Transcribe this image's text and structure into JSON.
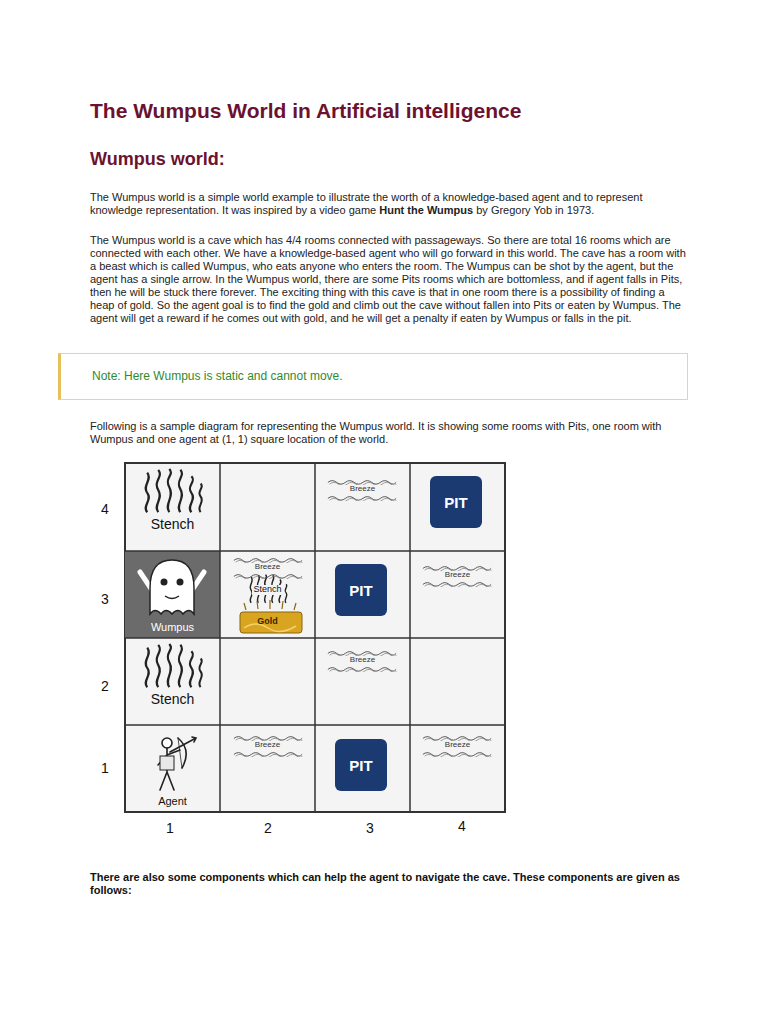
{
  "diagram": {
    "title": "The Wumpus World in Artificial intelligence",
    "nodes": [
      {
        "text": [
          "Stench"
        ]
      },
      {
        "text": [
          "Breeze"
        ]
      },
      {
        "text": [
          "PIT"
        ]
      },
      {
        "text": [
          "Wumpus"
        ]
      },
      {
        "text": [
          "Breeze",
          "Stench",
          "Gold"
        ]
      },
      {
        "text": [
          "PIT"
        ]
      },
      {
        "text": [
          "Breeze"
        ]
      },
      {
        "text": [
          "Stench"
        ]
      },
      {
        "text": [
          "Breeze"
        ]
      },
      {
        "text": [
          "Agent"
        ]
      },
      {
        "text": [
          "Breeze"
        ]
      },
      {
        "text": [
          "PIT"
        ]
      },
      {
        "text": [
          "Breeze"
        ]
      }
    ],
    "labels": [
      "Wumpus world:",
      "The Wumpus world is a simple world example to illustrate the worth of a knowledge-based agent and to represent knowledge representation. It was inspired by a video game",
      "Hunt the Wumpus",
      "by Gregory Yob in 1973.",
      "The Wumpus world is a cave which has 4/4 rooms connected with passageways. So there are total 16 rooms which are connected with each other. We have a knowledge-based agent who will go forward in this world. The cave has a room with a beast which is called Wumpus, who eats anyone who enters the room. The Wumpus can be shot by the agent, but the agent has a single arrow. In the Wumpus world, there are some Pits rooms which are bottomless, and if agent falls in Pits, then he will be stuck there forever. The exciting thing with this cave is that in one room there is a possibility of finding a heap of gold. So the agent goal is to find the gold and climb out the cave without fallen into Pits or eaten by Wumpus. The agent will get a reward if he comes out with gold, and he will get a penalty if eaten by Wumpus or falls in the pit.",
      "Note: Here Wumpus is static and cannot move.",
      "Following is a sample diagram for representing the Wumpus world. It is showing some rooms with Pits, one room with Wumpus and one agent at (1, 1) square location of the world.",
      "4",
      "3",
      "2",
      "1",
      "1",
      "2",
      "3",
      "4",
      "There are also some components which can help the agent to navigate the cave. These components are given as follows:"
    ]
  }
}
